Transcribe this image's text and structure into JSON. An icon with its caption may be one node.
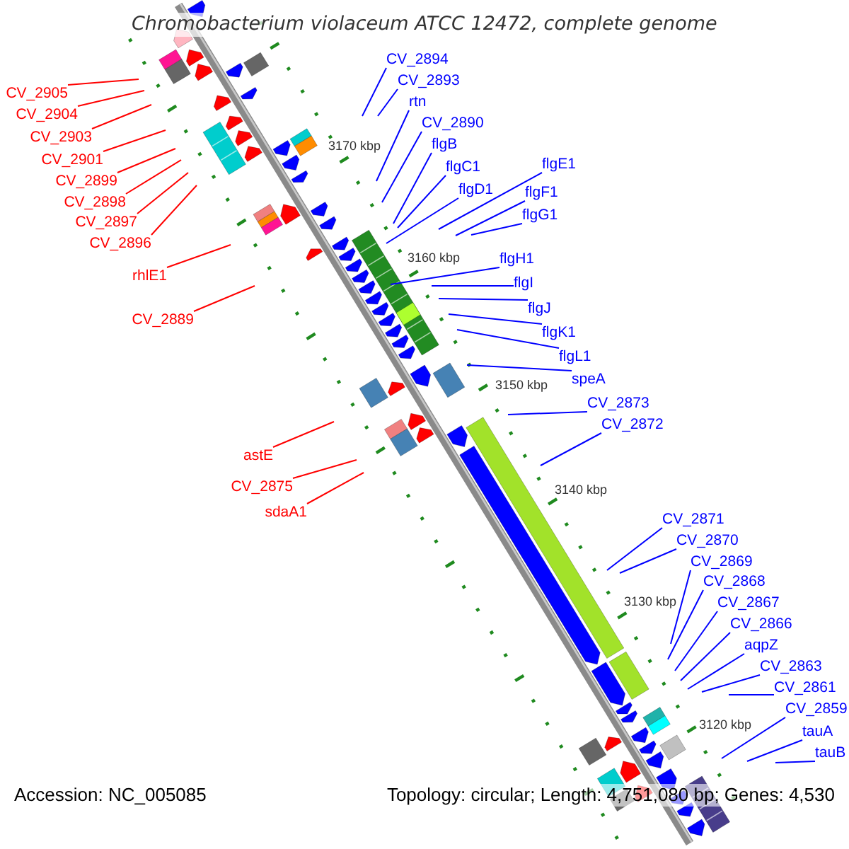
{
  "diagram": {
    "title": "Chromobacterium violaceum ATCC 12472, complete genome",
    "nodes": [
      {
        "text": [
          "CV_2894"
        ]
      },
      {
        "text": [
          "CV_2893"
        ]
      },
      {
        "text": [
          "CV_2905"
        ]
      },
      {
        "text": [
          "rtn"
        ]
      },
      {
        "text": [
          "CV_2904"
        ]
      },
      {
        "text": [
          "CV_2890"
        ]
      },
      {
        "text": [
          "CV_2903"
        ]
      },
      {
        "text": [
          "flgB"
        ]
      },
      {
        "text": [
          "CV_2901"
        ]
      },
      {
        "text": [
          "flgE1"
        ]
      },
      {
        "text": [
          "flgC1"
        ]
      },
      {
        "text": [
          "CV_2899"
        ]
      },
      {
        "text": [
          "flgD1"
        ]
      },
      {
        "text": [
          "flgF1"
        ]
      },
      {
        "text": [
          "CV_2898"
        ]
      },
      {
        "text": [
          "flgG1"
        ]
      },
      {
        "text": [
          "CV_2897"
        ]
      },
      {
        "text": [
          "CV_2896"
        ]
      },
      {
        "text": [
          "flgH1"
        ]
      },
      {
        "text": [
          "rhlE1"
        ]
      },
      {
        "text": [
          "flgI"
        ]
      },
      {
        "text": [
          "flgJ"
        ]
      },
      {
        "text": [
          "CV_2889"
        ]
      },
      {
        "text": [
          "flgK1"
        ]
      },
      {
        "text": [
          "flgL1"
        ]
      },
      {
        "text": [
          "speA"
        ]
      },
      {
        "text": [
          "CV_2873"
        ]
      },
      {
        "text": [
          "CV_2872"
        ]
      },
      {
        "text": [
          "astE"
        ]
      },
      {
        "text": [
          "CV_2875"
        ]
      },
      {
        "text": [
          "sdaA1"
        ]
      },
      {
        "text": [
          "CV_2871"
        ]
      },
      {
        "text": [
          "CV_2870"
        ]
      },
      {
        "text": [
          "CV_2869"
        ]
      },
      {
        "text": [
          "CV_2868"
        ]
      },
      {
        "text": [
          "CV_2867"
        ]
      },
      {
        "text": [
          "CV_2866"
        ]
      },
      {
        "text": [
          "aqpZ"
        ]
      },
      {
        "text": [
          "CV_2863"
        ]
      },
      {
        "text": [
          "CV_2861"
        ]
      },
      {
        "text": [
          "CV_2859"
        ]
      },
      {
        "text": [
          "tauA"
        ]
      },
      {
        "text": [
          "tauB"
        ]
      }
    ],
    "edges": [
      {
        "from": 0,
        "to": null,
        "arrow": "none"
      },
      {
        "from": 1,
        "to": null,
        "arrow": "none"
      },
      {
        "from": 2,
        "to": null,
        "arrow": "none",
        "color": "#ff0000"
      },
      {
        "from": 3,
        "to": null,
        "arrow": "none"
      },
      {
        "from": 4,
        "to": null,
        "arrow": "none",
        "color": "#ff0000"
      },
      {
        "from": 5,
        "to": null,
        "arrow": "none"
      },
      {
        "from": 6,
        "to": null,
        "arrow": "none",
        "color": "#ff0000"
      },
      {
        "from": 7,
        "to": null,
        "arrow": "none"
      },
      {
        "from": 8,
        "to": null,
        "arrow": "none",
        "color": "#ff0000"
      },
      {
        "from": 9,
        "to": null,
        "arrow": "none"
      },
      {
        "from": 10,
        "to": null,
        "arrow": "none"
      },
      {
        "from": 11,
        "to": null,
        "arrow": "none",
        "color": "#ff0000"
      },
      {
        "from": 12,
        "to": null,
        "arrow": "none"
      },
      {
        "from": 13,
        "to": null,
        "arrow": "none"
      },
      {
        "from": 14,
        "to": null,
        "arrow": "none",
        "color": "#ff0000"
      },
      {
        "from": 15,
        "to": null,
        "arrow": "none"
      },
      {
        "from": 16,
        "to": null,
        "arrow": "none",
        "color": "#ff0000"
      },
      {
        "from": 17,
        "to": null,
        "arrow": "none",
        "color": "#ff0000"
      },
      {
        "from": 18,
        "to": null,
        "arrow": "none"
      },
      {
        "from": 19,
        "to": null,
        "arrow": "none",
        "color": "#ff0000"
      },
      {
        "from": 20,
        "to": null,
        "arrow": "none"
      },
      {
        "from": 21,
        "to": null,
        "arrow": "none"
      },
      {
        "from": 22,
        "to": null,
        "arrow": "none",
        "color": "#ff0000"
      },
      {
        "from": 23,
        "to": null,
        "arrow": "none"
      },
      {
        "from": 24,
        "to": null,
        "arrow": "none"
      },
      {
        "from": 25,
        "to": null,
        "arrow": "none"
      },
      {
        "from": 26,
        "to": null,
        "arrow": "none"
      },
      {
        "from": 27,
        "to": null,
        "arrow": "none"
      },
      {
        "from": 28,
        "to": null,
        "arrow": "none",
        "color": "#ff0000"
      },
      {
        "from": 29,
        "to": null,
        "arrow": "none",
        "color": "#ff0000"
      },
      {
        "from": 30,
        "to": null,
        "arrow": "none",
        "color": "#ff0000"
      },
      {
        "from": 31,
        "to": null,
        "arrow": "none"
      },
      {
        "from": 32,
        "to": null,
        "arrow": "none"
      },
      {
        "from": 33,
        "to": null,
        "arrow": "none"
      },
      {
        "from": 34,
        "to": null,
        "arrow": "none"
      },
      {
        "from": 35,
        "to": null,
        "arrow": "none"
      },
      {
        "from": 36,
        "to": null,
        "arrow": "none"
      },
      {
        "from": 37,
        "to": null,
        "arrow": "none"
      },
      {
        "from": 38,
        "to": null,
        "arrow": "none"
      },
      {
        "from": 39,
        "to": null,
        "arrow": "none"
      },
      {
        "from": 40,
        "to": null,
        "arrow": "none"
      },
      {
        "from": 41,
        "to": null,
        "arrow": "none"
      },
      {
        "from": 42,
        "to": null,
        "arrow": "none"
      }
    ],
    "labels": [
      "3170 kbp",
      "3160 kbp",
      "3150 kbp",
      "3140 kbp",
      "3130 kbp",
      "3120 kbp",
      "Accession: NC_005085",
      "Topology: circular; Length: 4,751,080 bp; Genes: 4,530"
    ]
  }
}
